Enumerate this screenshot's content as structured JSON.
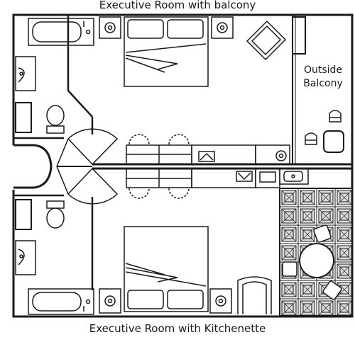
{
  "titles": {
    "top_room": "Executive Room with balcony",
    "bottom_room": "Executive Room with Kitchenette"
  },
  "balcony": {
    "label_line1": "Outside",
    "label_line2": "Balcony"
  },
  "colors": {
    "wall": "#1a1a1a",
    "background": "#ffffff",
    "fixture_fill": "#ffffff",
    "tile_shade": "#dcdcdc"
  },
  "icons": [
    "bathtub-icon",
    "toilet-icon",
    "sink-icon",
    "bed-icon",
    "nightstand-icon",
    "armchair-icon",
    "table-icon",
    "chair-icon",
    "door-swing-icon",
    "wardrobe-icon",
    "tv-icon",
    "kitchen-sink-icon",
    "tile-floor-icon"
  ]
}
